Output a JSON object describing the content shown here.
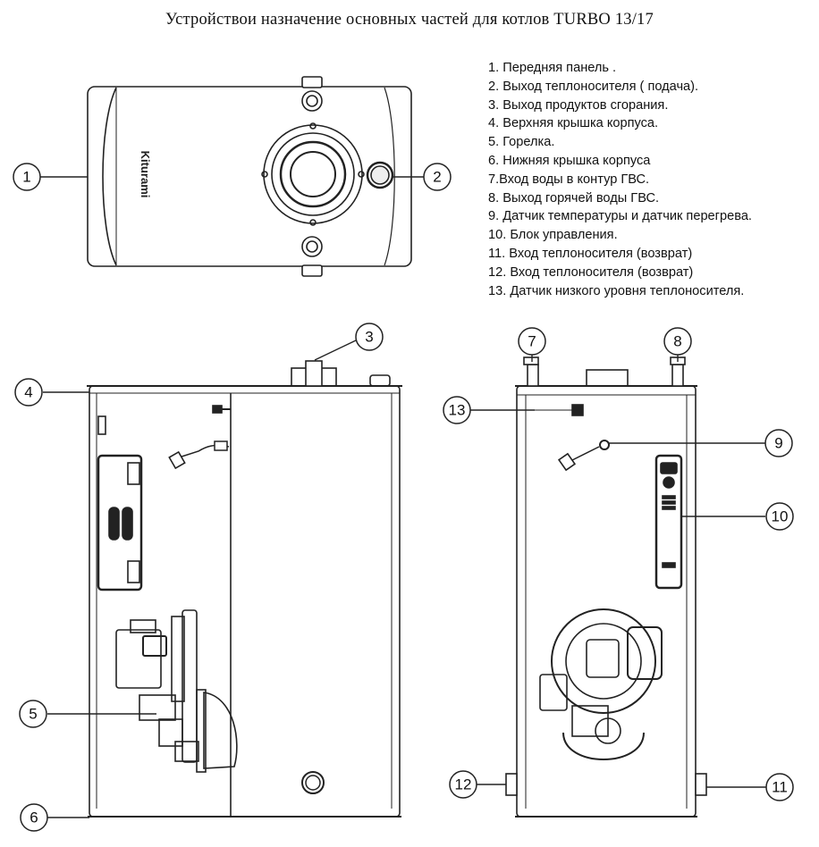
{
  "title": "Устройствои назначение основных частей для котлов TURBO 13/17",
  "legend": [
    "1.  Передняя панель .",
    "2.  Выход теплоносителя ( подача).",
    "3. Выход продуктов сгорания.",
    "4. Верхняя крышка корпуса.",
    "5. Горелка.",
    "6. Нижняя крышка корпуса",
    "7.Вход воды в контур ГВС.",
    "8.  Выход горячей воды ГВС.",
    "9.  Датчик температуры и датчик перегрева.",
    "10.  Блок управления.",
    "11.  Вход  теплоносителя (возврат)",
    "12. Вход  теплоносителя (возврат)",
    "13. Датчик низкого уровня теплоносителя."
  ],
  "callouts": {
    "c1": "1",
    "c2": "2",
    "c3": "3",
    "c4": "4",
    "c5": "5",
    "c6": "6",
    "c7": "7",
    "c8": "8",
    "c9": "9",
    "c10": "10",
    "c11": "11",
    "c12": "12",
    "c13": "13"
  },
  "brand_mark": "Kiturami"
}
